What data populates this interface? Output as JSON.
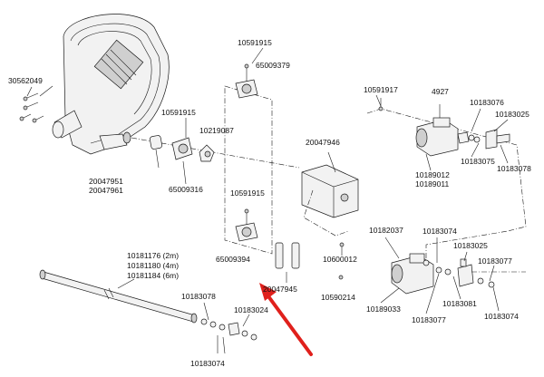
{
  "labels": {
    "l01": "30562049",
    "l02": "10591915",
    "l03": "65009379",
    "l04": "10591917",
    "l05": "4927",
    "l06": "10183076",
    "l07": "10183025",
    "l08": "10591915",
    "l09": "10219087",
    "l10": "20047946",
    "l11": "10183075",
    "l12": "10183078",
    "l13": "10189012",
    "l14": "10189011",
    "l15": "20047951",
    "l16": "20047961",
    "l17": "65009316",
    "l18": "10591915",
    "l19": "10182037",
    "l20": "10183074",
    "l21": "10183025",
    "l22": "10181176 (2m)",
    "l23": "10181180 (4m)",
    "l24": "10181184 (6m)",
    "l25": "65009394",
    "l26": "10600012",
    "l27": "10183077",
    "l28": "10183078",
    "l29": "20047945",
    "l30": "10590214",
    "l31": "10189033",
    "l32": "10183081",
    "l33": "10183077",
    "l34": "10183074",
    "l35": "10183024",
    "l36": "10183074"
  },
  "colors": {
    "arrow": "#e0201c",
    "lines": "#1a1a1a"
  }
}
